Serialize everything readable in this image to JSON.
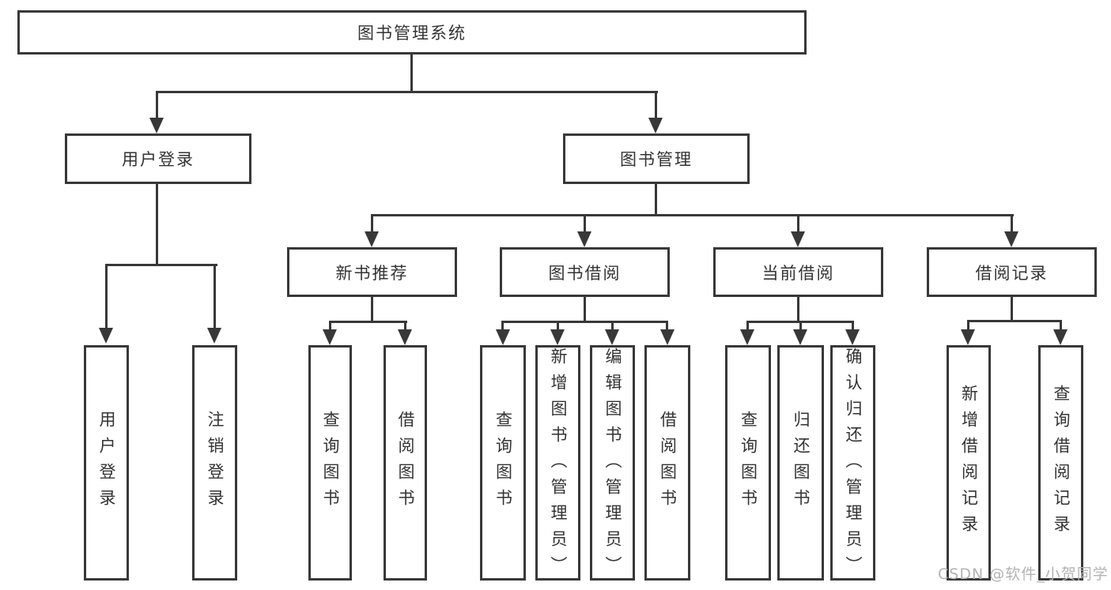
{
  "diagram_type": "hierarchy",
  "colors": {
    "line": "#383838",
    "text": "#333333",
    "box_background": "#ffffff",
    "watermark": "#b3b3b3"
  },
  "tree": {
    "label": "图书管理系统",
    "children": [
      {
        "label": "用户登录",
        "children": [
          {
            "label": "用户登录"
          },
          {
            "label": "注销登录"
          }
        ]
      },
      {
        "label": "图书管理",
        "children": [
          {
            "label": "新书推荐",
            "children": [
              {
                "label": "查询图书"
              },
              {
                "label": "借阅图书"
              }
            ]
          },
          {
            "label": "图书借阅",
            "children": [
              {
                "label": "查询图书"
              },
              {
                "label": "新增图书（管理员）"
              },
              {
                "label": "编辑图书（管理员）"
              },
              {
                "label": "借阅图书"
              }
            ]
          },
          {
            "label": "当前借阅",
            "children": [
              {
                "label": "查询图书"
              },
              {
                "label": "归还图书"
              },
              {
                "label": "确认归还（管理员）"
              }
            ]
          },
          {
            "label": "借阅记录",
            "children": [
              {
                "label": "新增借阅记录"
              },
              {
                "label": "查询借阅记录"
              }
            ]
          }
        ]
      }
    ]
  },
  "watermark": {
    "text": "CSDN @软件_小贺同学"
  }
}
